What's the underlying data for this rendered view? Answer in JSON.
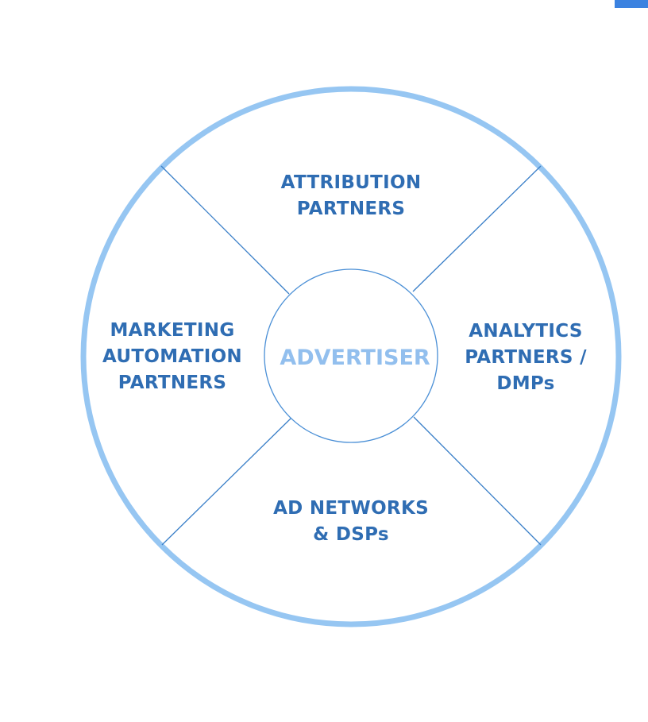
{
  "colors": {
    "outer_ring": "#96c6f2",
    "divider_lines": "#3a7fc8",
    "inner_circle": "#4a8fd6",
    "segment_text": "#2f6db3",
    "center_text": "#92bfee",
    "corner_tab": "#3b82e0"
  },
  "center": {
    "label": "ADVERTISER"
  },
  "segments": {
    "top": {
      "line1": "ATTRIBUTION",
      "line2": "PARTNERS"
    },
    "right": {
      "line1": "ANALYTICS",
      "line2": "PARTNERS /",
      "line3": "DMPs"
    },
    "bottom": {
      "line1": "AD NETWORKS",
      "line2": "& DSPs"
    },
    "left": {
      "line1": "MARKETING",
      "line2": "AUTOMATION",
      "line3": "PARTNERS"
    }
  }
}
